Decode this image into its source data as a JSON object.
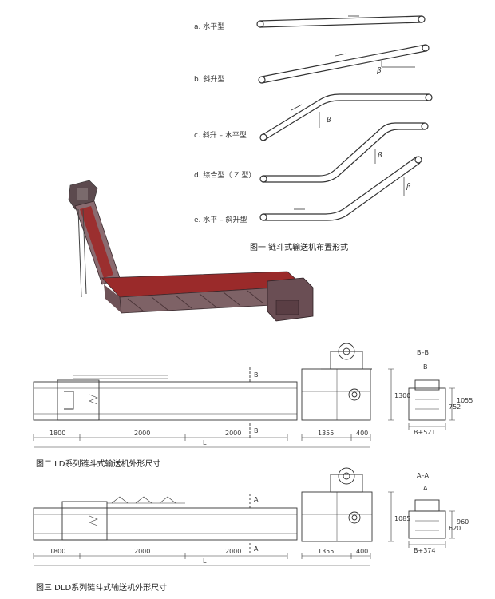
{
  "figure1": {
    "types": [
      "a. 水平型",
      "b. 斜升型",
      "c. 斜升 – 水平型",
      "d. 综合型（ Z 型）",
      "e. 水平 – 斜升型"
    ],
    "angle_symbol": "β",
    "caption": "图一    链斗式输送机布置形式"
  },
  "figure2": {
    "section_label": "B–B",
    "section_mark": "B",
    "dims": [
      "1800",
      "2000",
      "2000",
      "1355",
      "400",
      "L",
      "1300",
      "752",
      "1055",
      "B+521"
    ],
    "caption": "图二  LD系列链斗式输送机外形尺寸"
  },
  "figure3": {
    "section_label": "A–A",
    "section_mark": "A",
    "dims": [
      "1800",
      "2000",
      "2000",
      "1355",
      "400",
      "L",
      "1085",
      "620",
      "960",
      "B+374"
    ],
    "caption": "图三  DLD系列链斗式输送机外形尺寸"
  },
  "colors": {
    "frame": "#6b4a50",
    "belt": "#8b2d2d",
    "line": "#333333"
  }
}
